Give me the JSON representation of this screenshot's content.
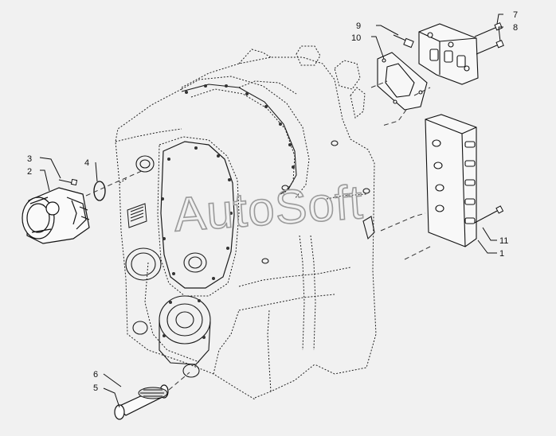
{
  "watermark": "AutoSoft",
  "callouts": [
    {
      "id": "1",
      "label": "1"
    },
    {
      "id": "2",
      "label": "2"
    },
    {
      "id": "3",
      "label": "3"
    },
    {
      "id": "4",
      "label": "4"
    },
    {
      "id": "5",
      "label": "5"
    },
    {
      "id": "6",
      "label": "6"
    },
    {
      "id": "7",
      "label": "7"
    },
    {
      "id": "8",
      "label": "8"
    },
    {
      "id": "9",
      "label": "9"
    },
    {
      "id": "10",
      "label": "10"
    },
    {
      "id": "11",
      "label": "11"
    }
  ],
  "colors": {
    "line": "#1a1a1a",
    "dash": "#333333",
    "background": "#f1f1f1"
  }
}
